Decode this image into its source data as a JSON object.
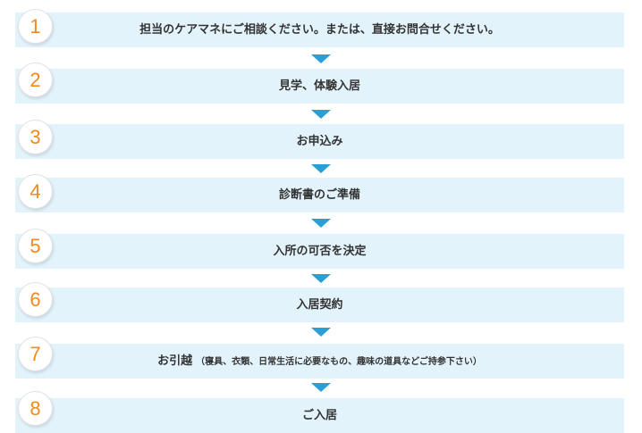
{
  "steps": [
    {
      "number": "1",
      "label": "担当のケアマネにご相談ください。または、直接お問合せください。",
      "note": ""
    },
    {
      "number": "2",
      "label": "見学、体験入居",
      "note": ""
    },
    {
      "number": "3",
      "label": "お申込み",
      "note": ""
    },
    {
      "number": "4",
      "label": "診断書のご準備",
      "note": ""
    },
    {
      "number": "5",
      "label": "入所の可否を決定",
      "note": ""
    },
    {
      "number": "6",
      "label": "入居契約",
      "note": ""
    },
    {
      "number": "7",
      "label": "お引越",
      "note": "（寝具、衣類、日常生活に必要なもの、趣味の道具などご持参下さい）"
    },
    {
      "number": "8",
      "label": "ご入居",
      "note": ""
    }
  ],
  "colors": {
    "step_background": "#e3f3fb",
    "number_color": "#ef8a1c",
    "arrow_color": "#2a9fd6",
    "text_color": "#333333"
  }
}
